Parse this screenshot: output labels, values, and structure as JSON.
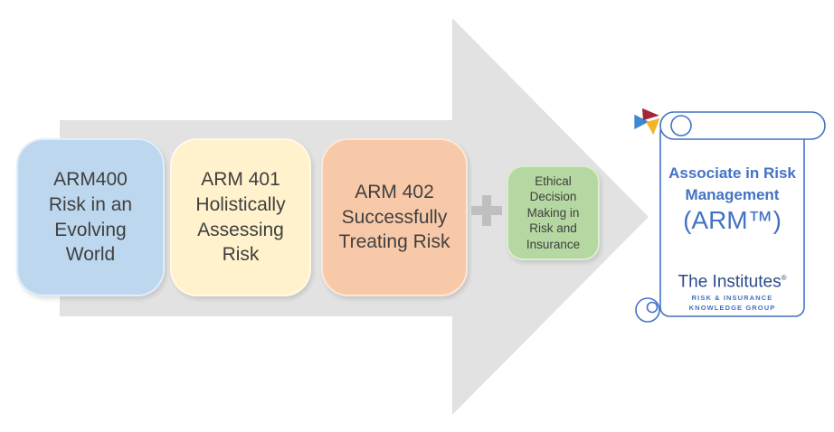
{
  "courses": [
    {
      "text": "ARM400\nRisk in an\nEvolving\nWorld",
      "bg": "#BDD7EE"
    },
    {
      "text": "ARM 401\nHolistically\nAssessing\nRisk",
      "bg": "#FFF2CC"
    },
    {
      "text": "ARM 402\nSuccessfully\nTreating Risk",
      "bg": "#F8C9A8"
    }
  ],
  "ethics_box": {
    "text": "Ethical\nDecision\nMaking in\nRisk and\nInsurance",
    "bg": "#B5D8A2"
  },
  "credential": {
    "title_line1": "Associate in Risk",
    "title_line2": "Management",
    "designation": "(ARM™)"
  },
  "brand": {
    "name": "The Institutes",
    "registered_mark": "®",
    "tagline_line1": "RISK & INSURANCE",
    "tagline_line2": "KNOWLEDGE GROUP",
    "logo_red": "#A32638",
    "logo_blue": "#4188D2",
    "logo_yellow": "#F5B326"
  },
  "icons": {
    "plus": "+",
    "scroll": "certificate-scroll",
    "arrow": "right-arrow"
  },
  "colors": {
    "arrow": "#E2E2E2",
    "plus": "#BFBFBF",
    "box_text": "#404040",
    "scroll_outline": "#4472C4",
    "accent_blue": "#4472C4",
    "brand_navy": "#2D4A8A"
  }
}
